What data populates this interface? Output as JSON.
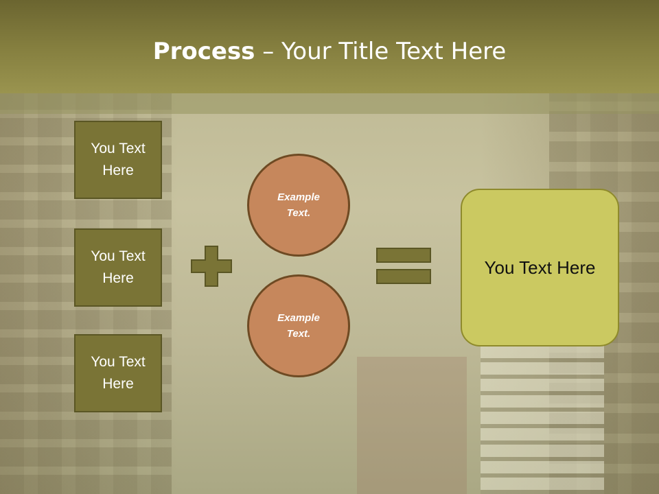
{
  "slide": {
    "title_bold": "Process",
    "title_rest": " – Your Title Text Here",
    "left_boxes": [
      {
        "label": "You Text Here"
      },
      {
        "label": "You Text Here"
      },
      {
        "label": "You Text Here"
      }
    ],
    "circles": [
      {
        "label": "Example Text."
      },
      {
        "label": "Example Text."
      }
    ],
    "result": {
      "label": "You Text Here"
    },
    "colors": {
      "header": "#857f3f",
      "box_fill": "#7a7436",
      "circle_fill": "#c6875c",
      "result_fill": "#cbc961",
      "operator_fill": "#7a7436"
    },
    "icons": [
      "plus-icon",
      "equals-icon"
    ]
  }
}
